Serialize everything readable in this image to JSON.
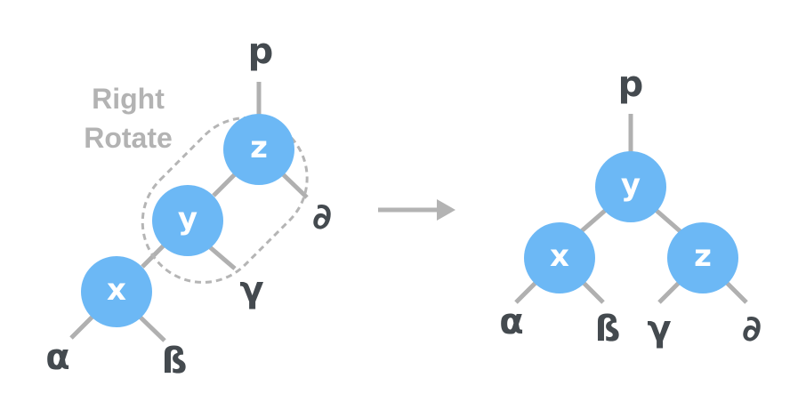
{
  "caption": {
    "line1": "Right",
    "line2": "Rotate"
  },
  "before": {
    "parent": "p",
    "nodes": {
      "z": "z",
      "y": "y",
      "x": "x"
    },
    "subtrees": {
      "alpha": "α",
      "beta": "ß",
      "gamma": "γ",
      "delta": "∂"
    }
  },
  "after": {
    "parent": "p",
    "nodes": {
      "y": "y",
      "x": "x",
      "z": "z"
    },
    "subtrees": {
      "alpha": "α",
      "beta": "ß",
      "gamma": "γ",
      "delta": "∂"
    }
  },
  "colors": {
    "node": "#6cb8f5",
    "edge": "#b0b0b0",
    "text": "#444a4f",
    "caption": "#b3b3b3"
  }
}
